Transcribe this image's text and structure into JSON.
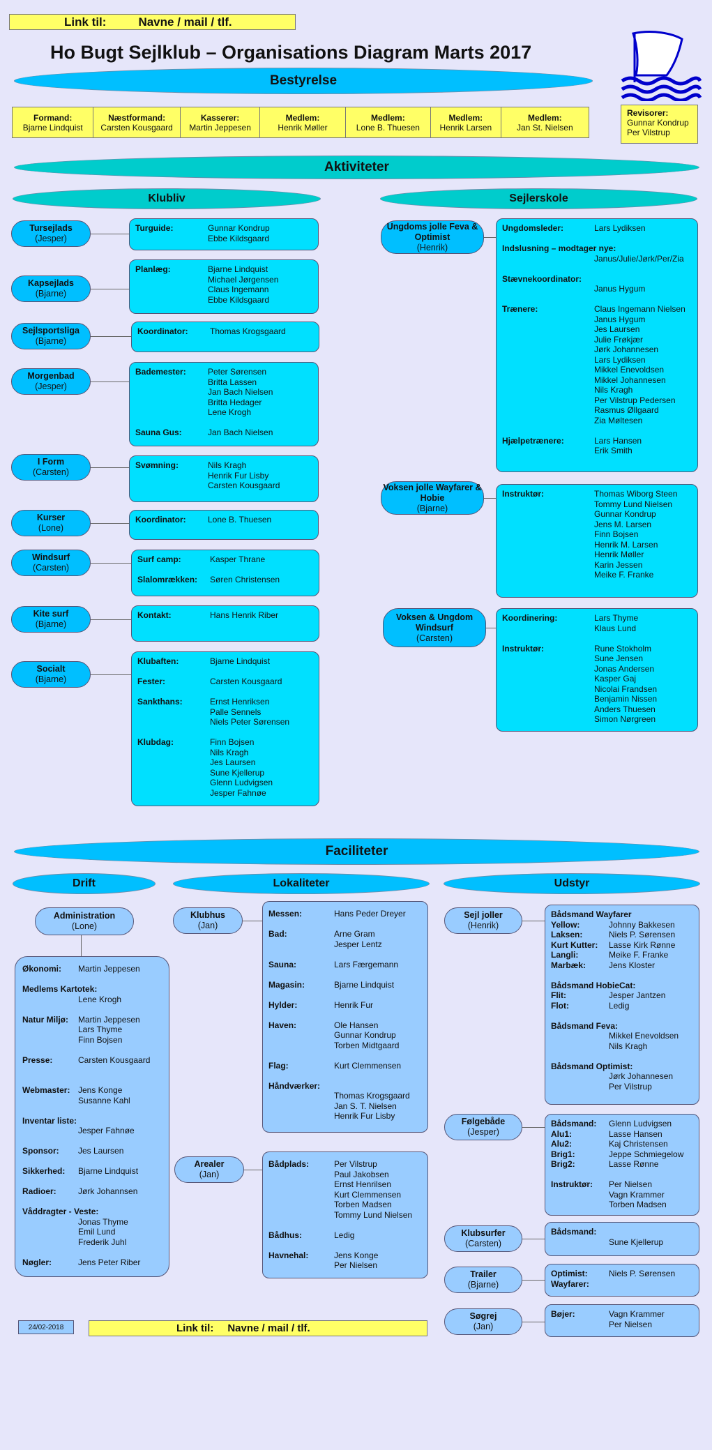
{
  "link_top": {
    "label": "Link til:",
    "target": "Navne / mail / tlf."
  },
  "link_bottom": {
    "label": "Link til:",
    "target": "Navne / mail / tlf."
  },
  "title": "Ho Bugt Sejlklub – Organisations Diagram Marts 2017",
  "date": "24/02-2018",
  "colors": {
    "background": "#e6e6fa",
    "header_blue": "#00bfff",
    "header_teal": "#00cccc",
    "box_cyan": "#00e0ff",
    "box_pale": "#99ccff",
    "yellow": "#ffff66"
  },
  "bestyrelse": {
    "header": "Bestyrelse",
    "members": [
      {
        "role": "Formand:",
        "name": "Bjarne Lindquist"
      },
      {
        "role": "Næstformand:",
        "name": "Carsten Kousgaard"
      },
      {
        "role": "Kasserer:",
        "name": "Martin Jeppesen"
      },
      {
        "role": "Medlem:",
        "name": "Henrik Møller"
      },
      {
        "role": "Medlem:",
        "name": "Lone B. Thuesen"
      },
      {
        "role": "Medlem:",
        "name": "Henrik Larsen"
      },
      {
        "role": "Medlem:",
        "name": "Jan St. Nielsen"
      }
    ],
    "revisorer": {
      "label": "Revisorer:",
      "names": [
        "Gunnar Kondrup",
        "Per Vilstrup"
      ]
    }
  },
  "aktiviteter": {
    "header": "Aktiviteter",
    "klubliv": {
      "header": "Klubliv",
      "items": [
        {
          "name": "Tursejlads",
          "leader": "(Jesper)",
          "rows": [
            {
              "label": "Turguide:",
              "names": [
                "Gunnar Kondrup",
                "Ebbe Kildsgaard"
              ]
            }
          ]
        },
        {
          "name": "Kapsejlads",
          "leader": "(Bjarne)",
          "rows": [
            {
              "label": "Planlæg:",
              "names": [
                "Bjarne Lindquist",
                "Michael Jørgensen",
                "Claus Ingemann",
                "Ebbe Kildsgaard"
              ]
            }
          ]
        },
        {
          "name": "Sejlsportsliga",
          "leader": "(Bjarne)",
          "rows": [
            {
              "label": "Koordinator:",
              "names": [
                "Thomas Krogsgaard"
              ]
            }
          ]
        },
        {
          "name": "Morgenbad",
          "leader": "(Jesper)",
          "rows": [
            {
              "label": "Bademester:",
              "names": [
                "Peter Sørensen",
                "Britta Lassen",
                "Jan Bach Nielsen",
                "Britta Hedager",
                "Lene Krogh"
              ]
            },
            {
              "label": "Sauna Gus:",
              "names": [
                "Jan Bach Nielsen"
              ]
            }
          ]
        },
        {
          "name": "I Form",
          "leader": "(Carsten)",
          "rows": [
            {
              "label": "Svømning:",
              "names": [
                "Nils Kragh",
                "Henrik Fur Lisby",
                "Carsten Kousgaard"
              ]
            }
          ]
        },
        {
          "name": "Kurser",
          "leader": "(Lone)",
          "rows": [
            {
              "label": "Koordinator:",
              "names": [
                "Lone B. Thuesen"
              ]
            }
          ]
        },
        {
          "name": "Windsurf",
          "leader": "(Carsten)",
          "rows": [
            {
              "label": "Surf camp:",
              "names": [
                "Kasper Thrane"
              ]
            },
            {
              "label": "Slalomrækken:",
              "names": [
                "Søren Christensen"
              ]
            }
          ]
        },
        {
          "name": "Kite surf",
          "leader": "(Bjarne)",
          "rows": [
            {
              "label": "Kontakt:",
              "names": [
                "Hans Henrik Riber"
              ]
            }
          ]
        },
        {
          "name": "Socialt",
          "leader": "(Bjarne)",
          "rows": [
            {
              "label": "Klubaften:",
              "names": [
                "Bjarne Lindquist"
              ]
            },
            {
              "label": "Fester:",
              "names": [
                "Carsten Kousgaard"
              ]
            },
            {
              "label": "Sankthans:",
              "names": [
                "Ernst Henriksen",
                "Palle Sennels",
                "Niels Peter Sørensen"
              ]
            },
            {
              "label": "Klubdag:",
              "names": [
                "Finn Bojsen",
                "Nils Kragh",
                "Jes Laursen",
                "Sune Kjellerup",
                "Glenn Ludvigsen",
                "Jesper Fahnøe"
              ]
            }
          ]
        }
      ]
    },
    "sejlerskole": {
      "header": "Sejlerskole",
      "items": [
        {
          "name": "Ungdoms jolle Feva & Optimist",
          "leader": "(Henrik)",
          "rows": [
            {
              "label": "Ungdomsleder:",
              "names": [
                "Lars Lydiksen"
              ]
            },
            {
              "label": "Indslusning – modtager nye:",
              "names": [
                "Janus/Julie/Jørk/Per/Zia"
              ]
            },
            {
              "label": "Stævnekoordinator:",
              "names": [
                "Janus Hygum"
              ]
            },
            {
              "label": "Trænere:",
              "names": [
                "Claus Ingemann Nielsen",
                "Janus Hygum",
                "Jes Laursen",
                "Julie Frøkjær",
                "Jørk Johannesen",
                "Lars Lydiksen",
                "Mikkel Enevoldsen",
                "Mikkel Johannesen",
                "Nils Kragh",
                "Per Vilstrup Pedersen",
                "Rasmus Øllgaard",
                "Zia Møltesen"
              ]
            },
            {
              "label": "Hjælpetrænere:",
              "names": [
                "Lars Hansen",
                "Erik Smith"
              ]
            }
          ]
        },
        {
          "name": "Voksen jolle Wayfarer & Hobie",
          "leader": "(Bjarne)",
          "rows": [
            {
              "label": "Instruktør:",
              "names": [
                "Thomas Wiborg Steen",
                "Tommy Lund Nielsen",
                "Gunnar Kondrup",
                "Jens M. Larsen",
                "Finn Bojsen",
                "Henrik M. Larsen",
                "Henrik Møller",
                "Karin Jessen",
                "Meike F. Franke"
              ]
            }
          ]
        },
        {
          "name": "Voksen & Ungdom Windsurf",
          "leader": "(Carsten)",
          "rows": [
            {
              "label": "Koordinering:",
              "names": [
                "Lars Thyme",
                "Klaus Lund"
              ]
            },
            {
              "label": "Instruktør:",
              "names": [
                "Rune Stokholm",
                "Sune Jensen",
                "Jonas Andersen",
                "Kasper Gaj",
                "Nicolai Frandsen",
                "Benjamin Nissen",
                "Anders Thuesen",
                "Simon Nørgreen"
              ]
            }
          ]
        }
      ]
    }
  },
  "faciliteter": {
    "header": "Faciliteter",
    "drift": {
      "header": "Drift",
      "admin": {
        "name": "Administration",
        "leader": "(Lone)"
      },
      "rows": [
        {
          "label": "Økonomi:",
          "names": [
            "Martin Jeppesen"
          ]
        },
        {
          "label": "Medlems Kartotek:",
          "names": [
            "Lene Krogh"
          ]
        },
        {
          "label": "Natur Miljø:",
          "names": [
            "Martin Jeppesen",
            "Lars Thyme",
            "Finn Bojsen"
          ]
        },
        {
          "label": "Presse:",
          "names": [
            "Carsten Kousgaard"
          ]
        },
        {
          "label": "Webmaster:",
          "names": [
            "Jens Konge",
            "Susanne Kahl"
          ]
        },
        {
          "label": "Inventar liste:",
          "names": [
            "Jesper Fahnøe"
          ]
        },
        {
          "label": "Sponsor:",
          "names": [
            "Jes Laursen"
          ]
        },
        {
          "label": "Sikkerhed:",
          "names": [
            "Bjarne Lindquist"
          ]
        },
        {
          "label": "Radioer:",
          "names": [
            "Jørk Johannsen"
          ]
        },
        {
          "label": "Våddragter - Veste:",
          "names": [
            "Jonas Thyme",
            "Emil Lund",
            "Frederik Juhl"
          ]
        },
        {
          "label": "Nøgler:",
          "names": [
            "Jens Peter Riber"
          ]
        }
      ]
    },
    "lokaliteter": {
      "header": "Lokaliteter",
      "items": [
        {
          "name": "Klubhus",
          "leader": "(Jan)",
          "rows": [
            {
              "label": "Messen:",
              "names": [
                "Hans Peder Dreyer"
              ]
            },
            {
              "label": "Bad:",
              "names": [
                "Arne Gram",
                "Jesper Lentz"
              ]
            },
            {
              "label": "Sauna:",
              "names": [
                "Lars Færgemann"
              ]
            },
            {
              "label": "Magasin:",
              "names": [
                "Bjarne Lindquist"
              ]
            },
            {
              "label": "Hylder:",
              "names": [
                "Henrik Fur"
              ]
            },
            {
              "label": "Haven:",
              "names": [
                "Ole Hansen",
                "Gunnar Kondrup",
                "Torben Midtgaard"
              ]
            },
            {
              "label": "Flag:",
              "names": [
                "Kurt Clemmensen"
              ]
            },
            {
              "label": "Håndværker:",
              "names": [
                "Thomas Krogsgaard",
                "Jan S. T. Nielsen",
                "Henrik Fur Lisby"
              ]
            }
          ]
        },
        {
          "name": "Arealer",
          "leader": "(Jan)",
          "rows": [
            {
              "label": "Bådplads:",
              "names": [
                "Per Vilstrup",
                "Paul Jakobsen",
                "Ernst Henrilsen",
                "Kurt Clemmensen",
                "Torben Madsen",
                "Tommy Lund Nielsen"
              ]
            },
            {
              "label": "Bådhus:",
              "names": [
                "Ledig"
              ]
            },
            {
              "label": "Havnehal:",
              "names": [
                "Jens Konge",
                "Per Nielsen"
              ]
            }
          ]
        }
      ]
    },
    "udstyr": {
      "header": "Udstyr",
      "items": [
        {
          "name": "Sejl joller",
          "leader": "(Henrik)",
          "groups": [
            {
              "title": "Bådsmand Wayfarer",
              "rows": [
                {
                  "label": "Yellow:",
                  "value": "Johnny Bakkesen"
                },
                {
                  "label": "Laksen:",
                  "value": "Niels P. Sørensen"
                },
                {
                  "label": "Kurt Kutter:",
                  "value": "Lasse Kirk Rønne"
                },
                {
                  "label": "Langli:",
                  "value": "Meike F. Franke"
                },
                {
                  "label": "Marbæk:",
                  "value": "Jens Kloster"
                }
              ]
            },
            {
              "title": "Bådsmand HobieCat:",
              "rows": [
                {
                  "label": "Flit:",
                  "value": "Jesper Jantzen"
                },
                {
                  "label": "Flot:",
                  "value": "Ledig"
                }
              ]
            },
            {
              "title": "Bådsmand Feva:",
              "rows": [
                {
                  "label": "",
                  "value": "Mikkel Enevoldsen"
                },
                {
                  "label": "",
                  "value": "Nils Kragh"
                }
              ]
            },
            {
              "title": "Bådsmand Optimist:",
              "rows": [
                {
                  "label": "",
                  "value": "Jørk Johannesen"
                },
                {
                  "label": "",
                  "value": "Per Vilstrup"
                }
              ]
            }
          ]
        },
        {
          "name": "Følgebåde",
          "leader": "(Jesper)",
          "groups": [
            {
              "title": "",
              "rows": [
                {
                  "label": "Bådsmand:",
                  "value": "Glenn Ludvigsen"
                },
                {
                  "label": "Alu1:",
                  "value": "Lasse Hansen"
                },
                {
                  "label": "Alu2:",
                  "value": "Kaj Christensen"
                },
                {
                  "label": "Brig1:",
                  "value": "Jeppe Schmiegelow"
                },
                {
                  "label": "Brig2:",
                  "value": "Lasse Rønne"
                }
              ]
            },
            {
              "title": "",
              "rows": [
                {
                  "label": "Instruktør:",
                  "value": "Per Nielsen"
                },
                {
                  "label": "",
                  "value": "Vagn Krammer"
                },
                {
                  "label": "",
                  "value": "Torben Madsen"
                }
              ]
            }
          ]
        },
        {
          "name": "Klubsurfer",
          "leader": "(Carsten)",
          "groups": [
            {
              "title": "",
              "rows": [
                {
                  "label": "Bådsmand:",
                  "value": ""
                },
                {
                  "label": "",
                  "value": "Sune Kjellerup"
                }
              ]
            }
          ]
        },
        {
          "name": "Trailer",
          "leader": "(Bjarne)",
          "groups": [
            {
              "title": "",
              "rows": [
                {
                  "label": "Optimist:",
                  "value": "Niels P. Sørensen"
                },
                {
                  "label": "Wayfarer:",
                  "value": ""
                }
              ]
            }
          ]
        },
        {
          "name": "Søgrej",
          "leader": "(Jan)",
          "groups": [
            {
              "title": "",
              "rows": [
                {
                  "label": "Bøjer:",
                  "value": "Vagn Krammer"
                },
                {
                  "label": "",
                  "value": "Per Nielsen"
                }
              ]
            }
          ]
        }
      ]
    }
  }
}
